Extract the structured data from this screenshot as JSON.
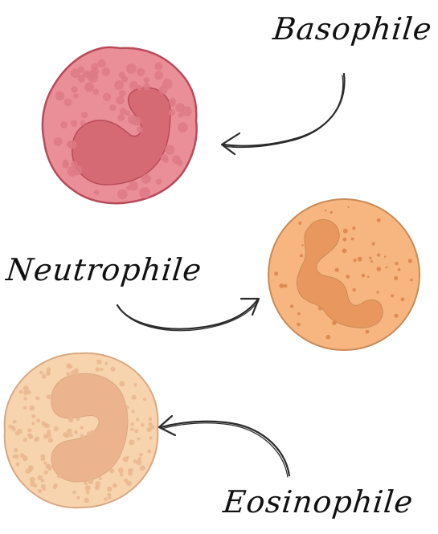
{
  "labels": {
    "basophile": "Basophile",
    "neutrophile": "Neutrophile",
    "eosinophile": "Eosinophile"
  },
  "colors": {
    "basophile_body": "#ea8f97",
    "basophile_outline": "#b84b5a",
    "basophile_nucleus": "#d56a75",
    "basophile_granule": "#dd7a85",
    "neutrophile_body": "#f7b67f",
    "neutrophile_outline": "#c98a55",
    "neutrophile_nucleus": "#e8985f",
    "neutrophile_granule": "#d9864f",
    "eosinophile_body": "#f7d3ae",
    "eosinophile_outline": "#d9a882",
    "eosinophile_nucleus": "#ecb48e",
    "eosinophile_granule": "#e9b891",
    "arrow": "#2a2a2a"
  }
}
